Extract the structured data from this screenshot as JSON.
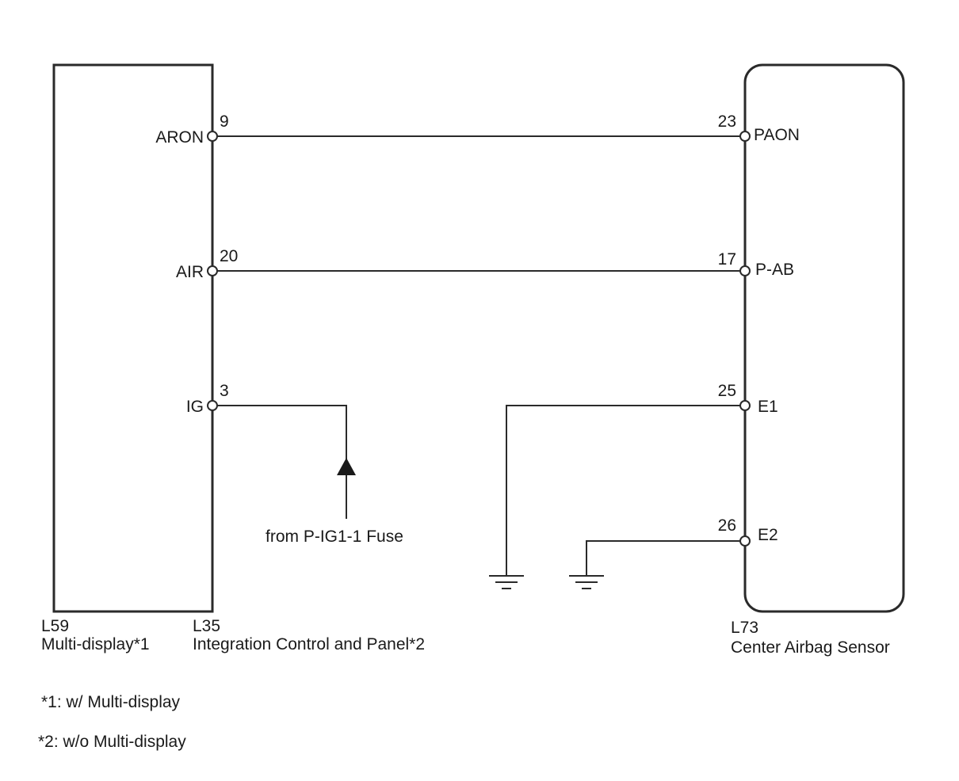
{
  "left_component": {
    "ids": [
      "L59",
      "L35"
    ],
    "names": [
      "Multi-display*1",
      "Integration Control and Panel*2"
    ],
    "pins": [
      {
        "number": "9",
        "signal": "ARON"
      },
      {
        "number": "20",
        "signal": "AIR"
      },
      {
        "number": "3",
        "signal": "IG"
      }
    ]
  },
  "right_component": {
    "id": "L73",
    "name": "Center Airbag Sensor",
    "pins": [
      {
        "number": "23",
        "signal": "PAON"
      },
      {
        "number": "17",
        "signal": "P-AB"
      },
      {
        "number": "25",
        "signal": "E1"
      },
      {
        "number": "26",
        "signal": "E2"
      }
    ]
  },
  "power_source": "from P-IG1-1 Fuse",
  "notes": [
    "*1: w/ Multi-display",
    "*2: w/o Multi-display"
  ]
}
